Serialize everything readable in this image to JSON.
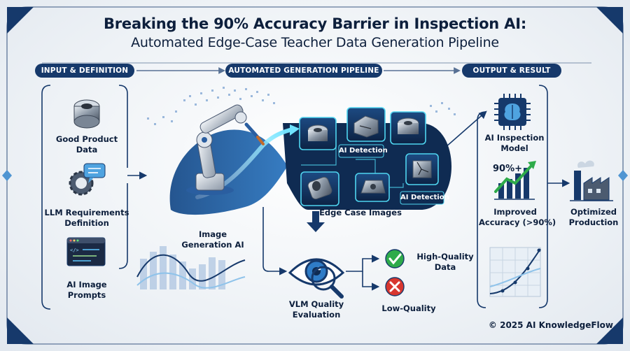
{
  "title": {
    "line1": "Breaking the 90% Accuracy Barrier in Inspection AI:",
    "line2": "Automated Edge-Case Teacher Data Generation Pipeline"
  },
  "sections": {
    "input": "INPUT & DEFINITION",
    "pipeline": "AUTOMATED GENERATION PIPELINE",
    "output": "OUTPUT & RESULT"
  },
  "inputs": {
    "good_product": {
      "line1": "Good Product",
      "line2": "Data",
      "icon": "metal-bushing-icon"
    },
    "llm": {
      "line1": "LLM Requirements",
      "line2": "Definition",
      "icon": "gear-chat-icon"
    },
    "prompts": {
      "line1": "AI Image",
      "line2": "Prompts",
      "icon": "code-window-icon"
    }
  },
  "pipeline": {
    "generator": {
      "line1": "Image",
      "line2": "Generation AI",
      "icon": "robot-arm-icon"
    },
    "edge_cases": {
      "label": "Edge Case Images",
      "tag1": "AI Detection",
      "tag2": "AI Detection"
    },
    "vlm": {
      "line1": "VLM Quality",
      "line2": "Evaluation",
      "icon": "eye-magnifier-icon"
    },
    "high_quality": {
      "line1": "High-Quality",
      "line2": "Data",
      "icon": "check-circle-icon"
    },
    "low_quality": {
      "label": "Low-Quality",
      "icon": "x-circle-icon"
    }
  },
  "outputs": {
    "model": {
      "line1": "AI Inspection",
      "line2": "Model",
      "icon": "chip-brain-icon"
    },
    "accuracy": {
      "badge": "90%+",
      "line1": "Improved",
      "line2": "Accuracy (>90%)",
      "icon": "bar-growth-icon"
    },
    "production": {
      "line1": "Optimized",
      "line2": "Production",
      "icon": "factory-icon"
    }
  },
  "footer": {
    "copyright": "© 2025 AI KnowledgeFlow"
  },
  "colors": {
    "navy": "#16396b",
    "blue": "#2f6db8",
    "light_blue": "#8fc3ea",
    "cyan": "#4fd5f0",
    "green": "#2eab4a",
    "red": "#d8362f"
  }
}
